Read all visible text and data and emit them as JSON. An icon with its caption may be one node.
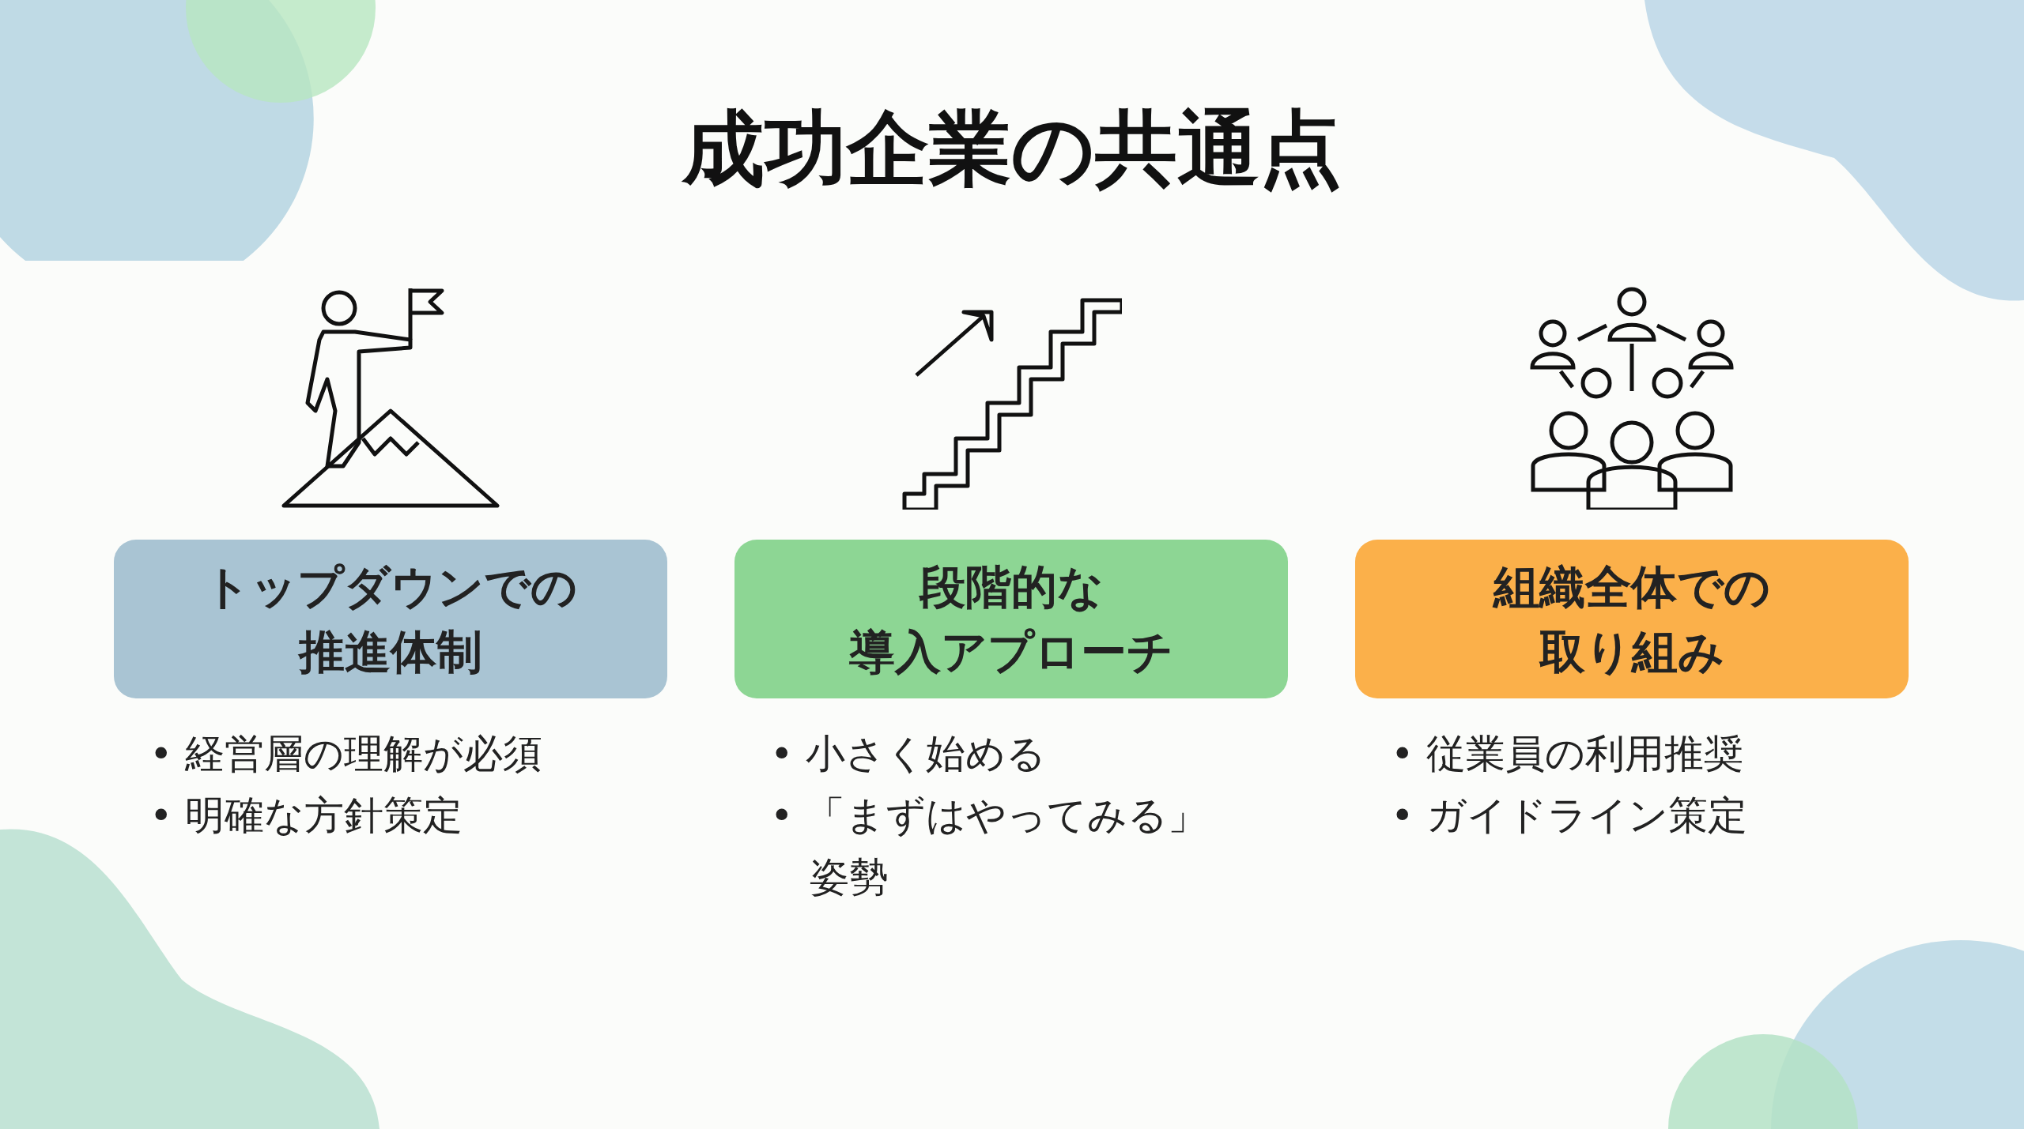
{
  "diagram": {
    "title": "成功企業の共通点",
    "nodes": [
      {
        "text": [
          "トップダウンでの推進体制"
        ],
        "beside": [
          "• 経営層の理解が必須",
          "• 明確な方針策定"
        ]
      },
      {
        "text": [
          "段階的な導入アプローチ"
        ],
        "beside": [
          "• 小さく始める",
          "• 「まずはやってみる」姿勢"
        ]
      },
      {
        "text": [
          "組織全体での取り組み"
        ],
        "beside": [
          "• 従業員の利用推奨",
          "• ガイドライン策定"
        ]
      }
    ]
  }
}
